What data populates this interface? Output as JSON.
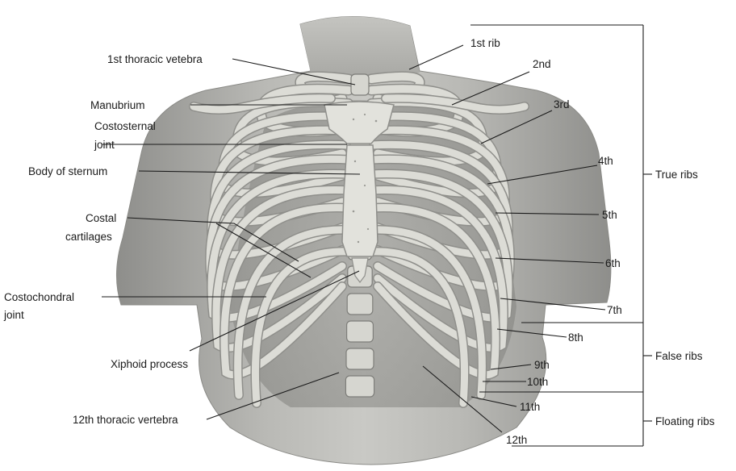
{
  "labels": {
    "first_thoracic_vertebra": "1st thoracic vetebra",
    "manubrium": "Manubrium",
    "costosternal_joint_line1": "Costosternal",
    "costosternal_joint_line2": "joint",
    "body_of_sternum": "Body of sternum",
    "costal_cartilages_line1": "Costal",
    "costal_cartilages_line2": "cartilages",
    "costochondral_joint_line1": "Costochondral",
    "costochondral_joint_line2": "joint",
    "xiphoid_process": "Xiphoid process",
    "twelfth_thoracic_vertebra": "12th thoracic vertebra",
    "rib_1": "1st rib",
    "rib_2": "2nd",
    "rib_3": "3rd",
    "rib_4": "4th",
    "rib_5": "5th",
    "rib_6": "6th",
    "rib_7": "7th",
    "rib_8": "8th",
    "rib_9": "9th",
    "rib_10": "10th",
    "rib_11": "11th",
    "rib_12": "12th"
  },
  "groups": {
    "true_ribs": "True ribs",
    "false_ribs": "False ribs",
    "floating_ribs": "Floating ribs"
  },
  "colors": {
    "torso": "#a9a9a5",
    "bone": "#dcdcd6",
    "text": "#1a1a1a"
  }
}
